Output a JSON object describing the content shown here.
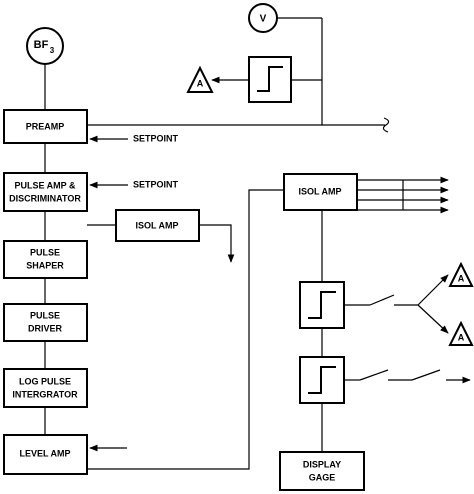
{
  "blocks": {
    "preamp": "PREAMP",
    "pulse_amp_line1": "PULSE AMP &",
    "pulse_amp_line2": "DISCRIMINATOR",
    "isol_amp_small": "ISOL AMP",
    "pulse_shaper_line1": "PULSE",
    "pulse_shaper_line2": "SHAPER",
    "pulse_driver_line1": "PULSE",
    "pulse_driver_line2": "DRIVER",
    "log_pulse_line1": "LOG PULSE",
    "log_pulse_line2": "INTERGRATOR",
    "level_amp": "LEVEL AMP",
    "isol_amp_right": "ISOL AMP",
    "display_line1": "DISPLAY",
    "display_line2": "GAGE"
  },
  "labels": {
    "setpoint_1": "SETPOINT",
    "setpoint_2": "SETPOINT"
  },
  "symbols": {
    "detector_main": "BF",
    "detector_sub": "3",
    "voltage": "V",
    "alarm_top": "A",
    "alarm_right_1": "A",
    "alarm_right_2": "A"
  }
}
